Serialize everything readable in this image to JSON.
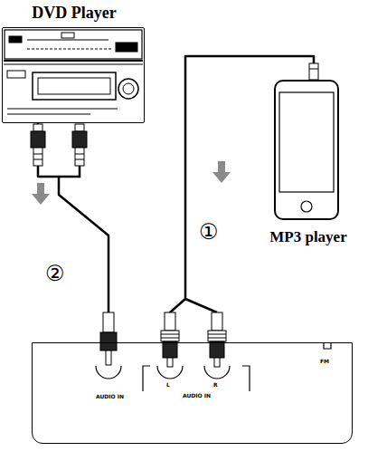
{
  "diagram": {
    "nodes": [
      {
        "text": [
          "DVD Player"
        ]
      },
      {
        "text": [
          "MP3 player"
        ]
      },
      {
        "text": [
          "AUDIO IN",
          "L",
          "R",
          "AUDIO IN",
          "FM"
        ]
      }
    ],
    "edges": [
      {
        "from": 1,
        "to": 2,
        "label": "①",
        "arrow": "none"
      },
      {
        "from": 0,
        "to": 2,
        "label": "②",
        "arrow": "none"
      }
    ]
  }
}
